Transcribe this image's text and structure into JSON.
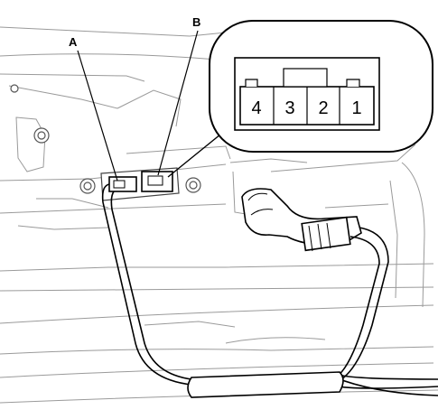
{
  "callouts": {
    "a": "A",
    "b": "B"
  },
  "connector_pins": [
    "4",
    "3",
    "2",
    "1"
  ]
}
